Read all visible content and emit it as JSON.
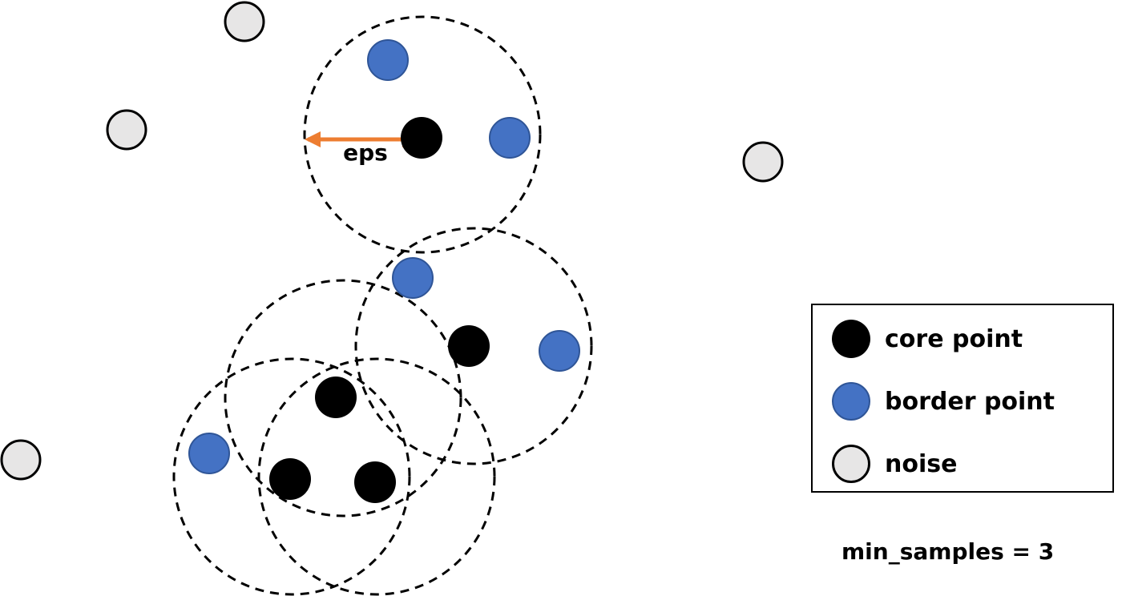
{
  "diagram": {
    "eps_label": "eps",
    "parameter_label": "min_samples = 3",
    "colors": {
      "core": "#000000",
      "border": "#4472C4",
      "border_stroke": "#2F5597",
      "noise": "#E7E6E6",
      "noise_stroke": "#000000",
      "eps_arrow": "#ED7D31",
      "circle_stroke": "#000000"
    }
  },
  "legend": {
    "items": [
      {
        "label": "core point",
        "kind": "core"
      },
      {
        "label": "border point",
        "kind": "border"
      },
      {
        "label": "noise",
        "kind": "noise"
      }
    ]
  }
}
